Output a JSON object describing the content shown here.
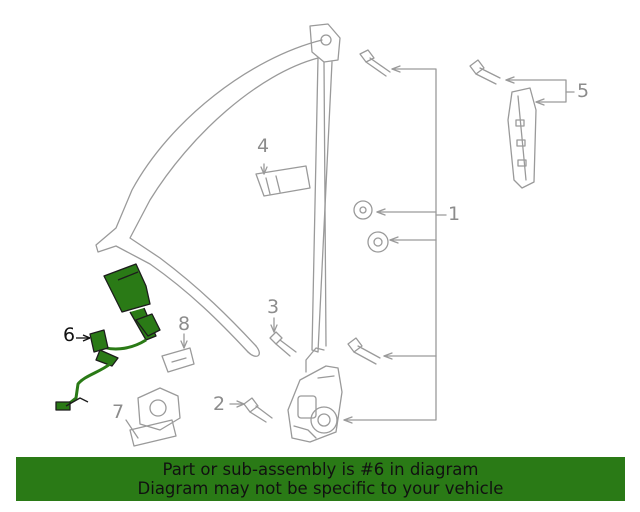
{
  "diagram": {
    "highlighted_part": "6",
    "highlight_color": "#2a7a16",
    "line_color": "#9a9a9a",
    "callouts": {
      "c1": "1",
      "c2": "2",
      "c3": "3",
      "c4": "4",
      "c5": "5",
      "c6": "6",
      "c7": "7",
      "c8": "8"
    }
  },
  "banner": {
    "line1": "Part or sub-assembly is #6 in diagram",
    "line2": "Diagram may not be specific to your vehicle",
    "background": "#2a7a16"
  }
}
